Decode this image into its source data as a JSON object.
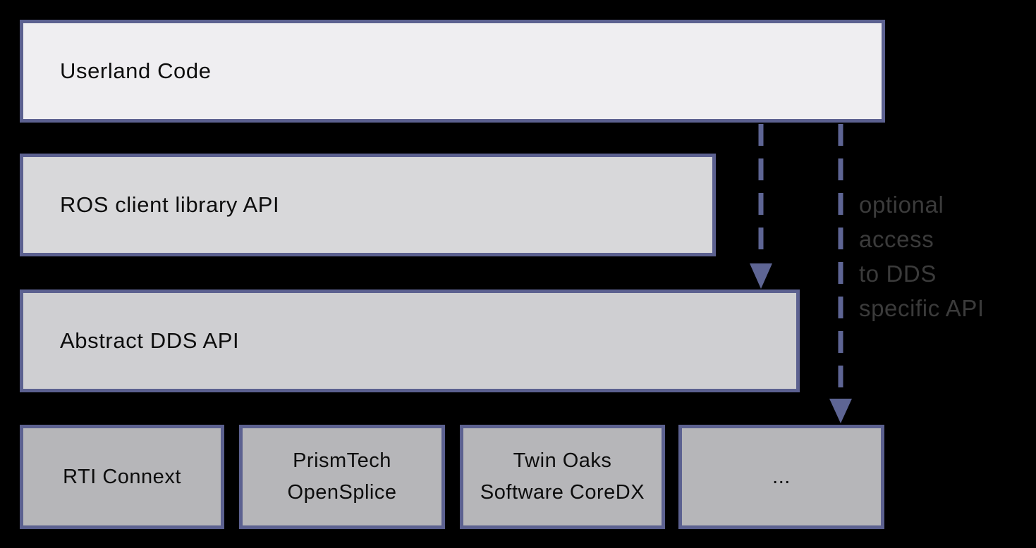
{
  "colors": {
    "background": "#000000",
    "box_border": "#5c6190",
    "arrow": "#5e6594",
    "box_text": "#0d0d0d",
    "annotation_text": "#3b3b3b",
    "fill_userland": "#efeef1",
    "fill_ros_client": "#d8d8da",
    "fill_abstract_dds": "#cfcfd2",
    "fill_vendor": "#b6b6b9"
  },
  "layers": {
    "userland": {
      "label": "Userland Code"
    },
    "ros_client": {
      "label": "ROS client library API"
    },
    "abstract_dds": {
      "label": "Abstract DDS API"
    }
  },
  "vendors": [
    {
      "label": "RTI Connext"
    },
    {
      "label": "PrismTech\nOpenSplice"
    },
    {
      "label": "Twin Oaks\nSoftware CoreDX"
    },
    {
      "label": "..."
    }
  ],
  "annotation": {
    "text": "optional\naccess\nto DDS\nspecific API"
  }
}
